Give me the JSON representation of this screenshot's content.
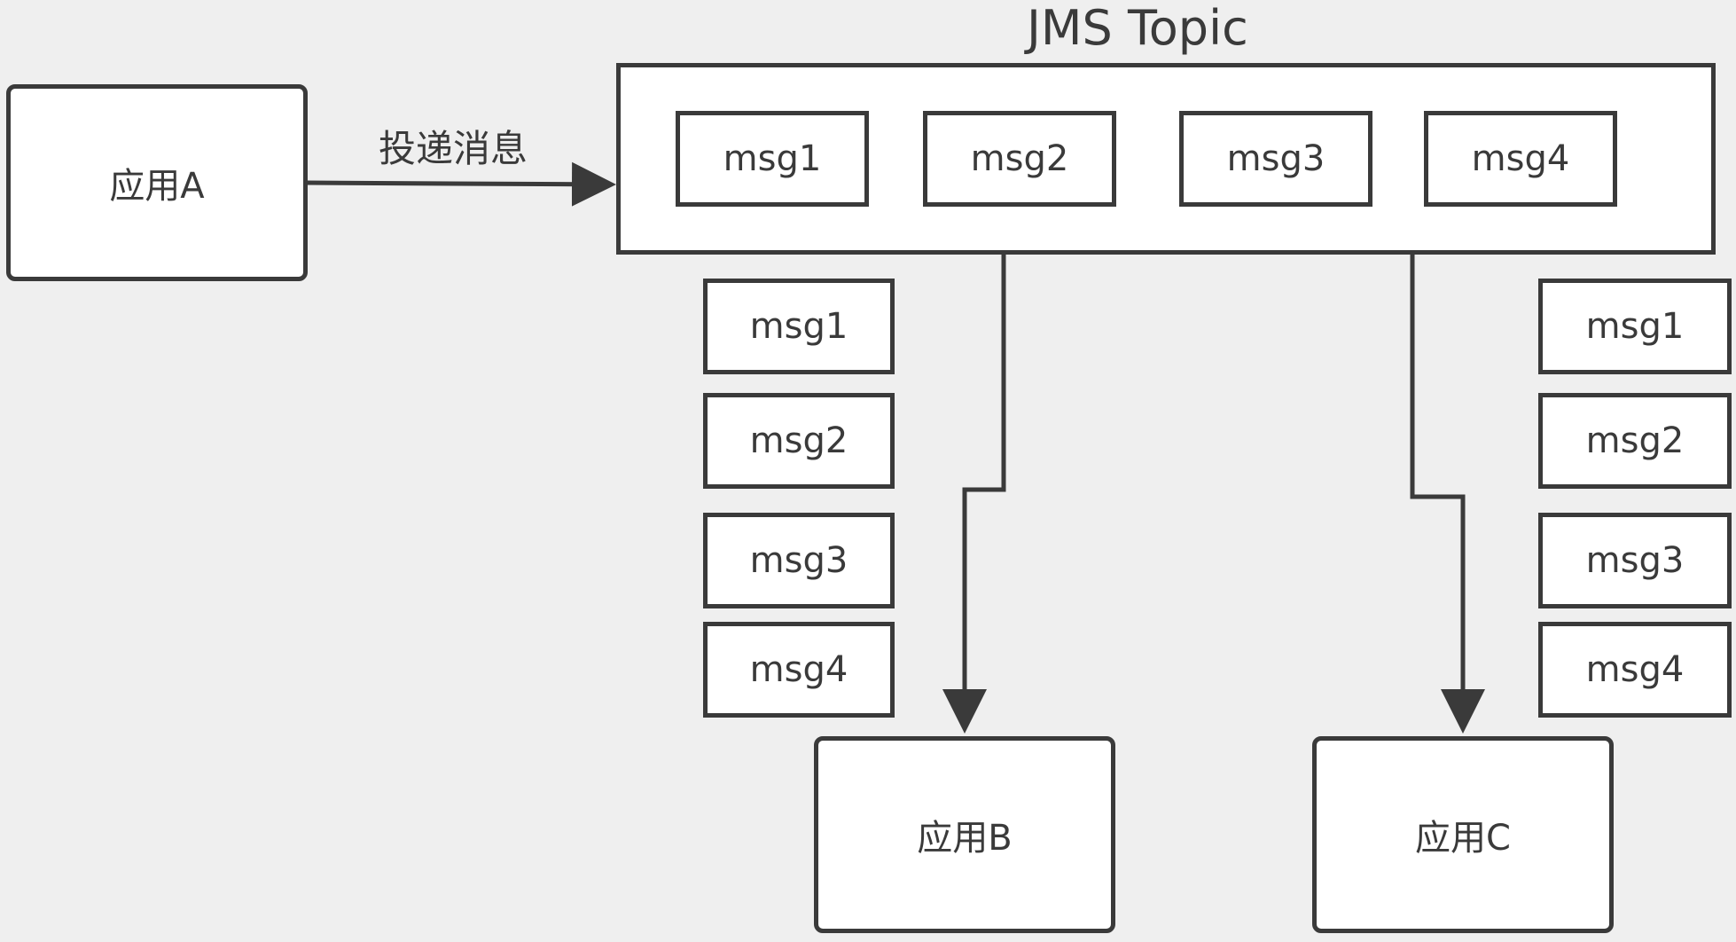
{
  "title": "JMS Topic",
  "edge_label": "投递消息",
  "apps": {
    "a": "应用A",
    "b": "应用B",
    "c": "应用C"
  },
  "topic_messages": [
    "msg1",
    "msg2",
    "msg3",
    "msg4"
  ],
  "queue_b": [
    "msg1",
    "msg2",
    "msg3",
    "msg4"
  ],
  "queue_c": [
    "msg1",
    "msg2",
    "msg3",
    "msg4"
  ],
  "colors": {
    "stroke": "#3a3a3a",
    "background": "#efefef",
    "box_fill": "#ffffff"
  }
}
